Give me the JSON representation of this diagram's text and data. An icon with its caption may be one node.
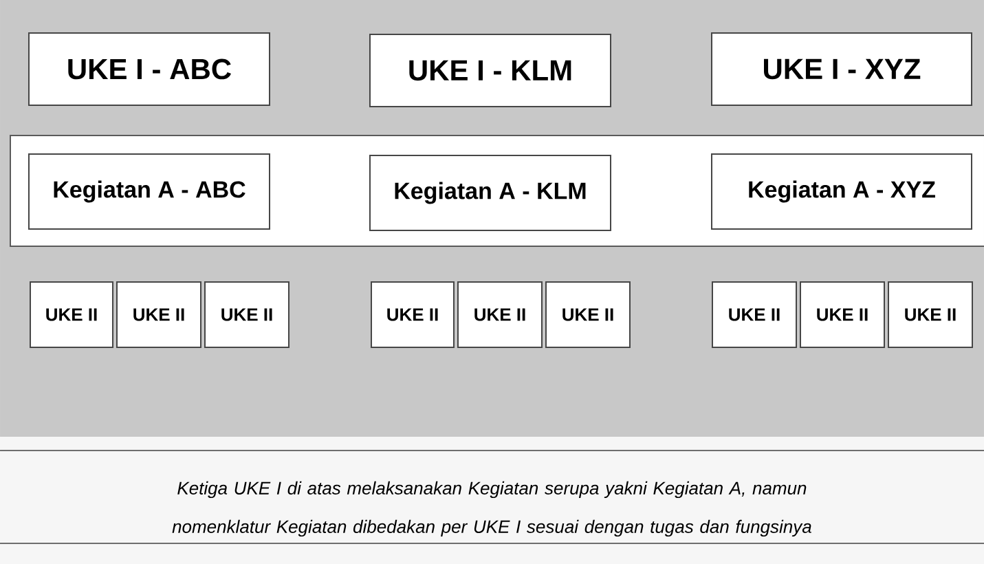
{
  "diagram": {
    "caption": "Ketiga UKE I di atas melaksanakan Kegiatan serupa yakni Kegiatan A, namun nomenklatur Kegiatan dibedakan per UKE I sesuai dengan tugas dan fungsinya",
    "nodes": [
      {
        "text": [
          "UKE I - ABC"
        ]
      },
      {
        "text": [
          "UKE I - KLM"
        ]
      },
      {
        "text": [
          "UKE I - XYZ"
        ]
      },
      {
        "text": [
          "Kegiatan A - ABC"
        ]
      },
      {
        "text": [
          "Kegiatan A - KLM"
        ]
      },
      {
        "text": [
          "Kegiatan A - XYZ"
        ]
      },
      {
        "text": [
          "UKE II"
        ]
      },
      {
        "text": [
          "UKE II"
        ]
      },
      {
        "text": [
          "UKE II"
        ]
      },
      {
        "text": [
          "UKE II"
        ]
      },
      {
        "text": [
          "UKE II"
        ]
      },
      {
        "text": [
          "UKE II"
        ]
      },
      {
        "text": [
          "UKE II"
        ]
      },
      {
        "text": [
          "UKE II"
        ]
      },
      {
        "text": [
          "UKE II"
        ]
      }
    ]
  }
}
